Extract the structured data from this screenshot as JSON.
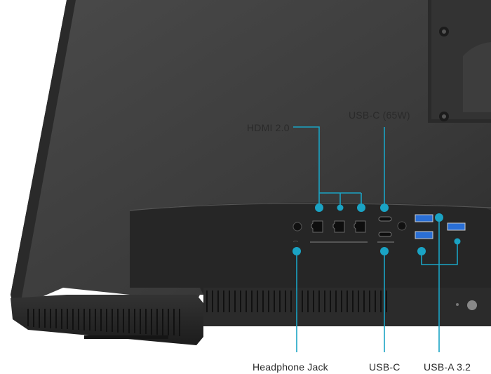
{
  "labels": {
    "hdmi": "HDMI 2.0",
    "usb_c_power": "USB-C (65W)",
    "headphone": "Headphone Jack",
    "usb_c": "USB-C",
    "usb_a": "USB-A 3.2"
  },
  "colors": {
    "callout": "#1aa3c4",
    "monitor_body": "#3a3a3a",
    "monitor_dark": "#1e1e1e",
    "background": "#ffffff"
  }
}
